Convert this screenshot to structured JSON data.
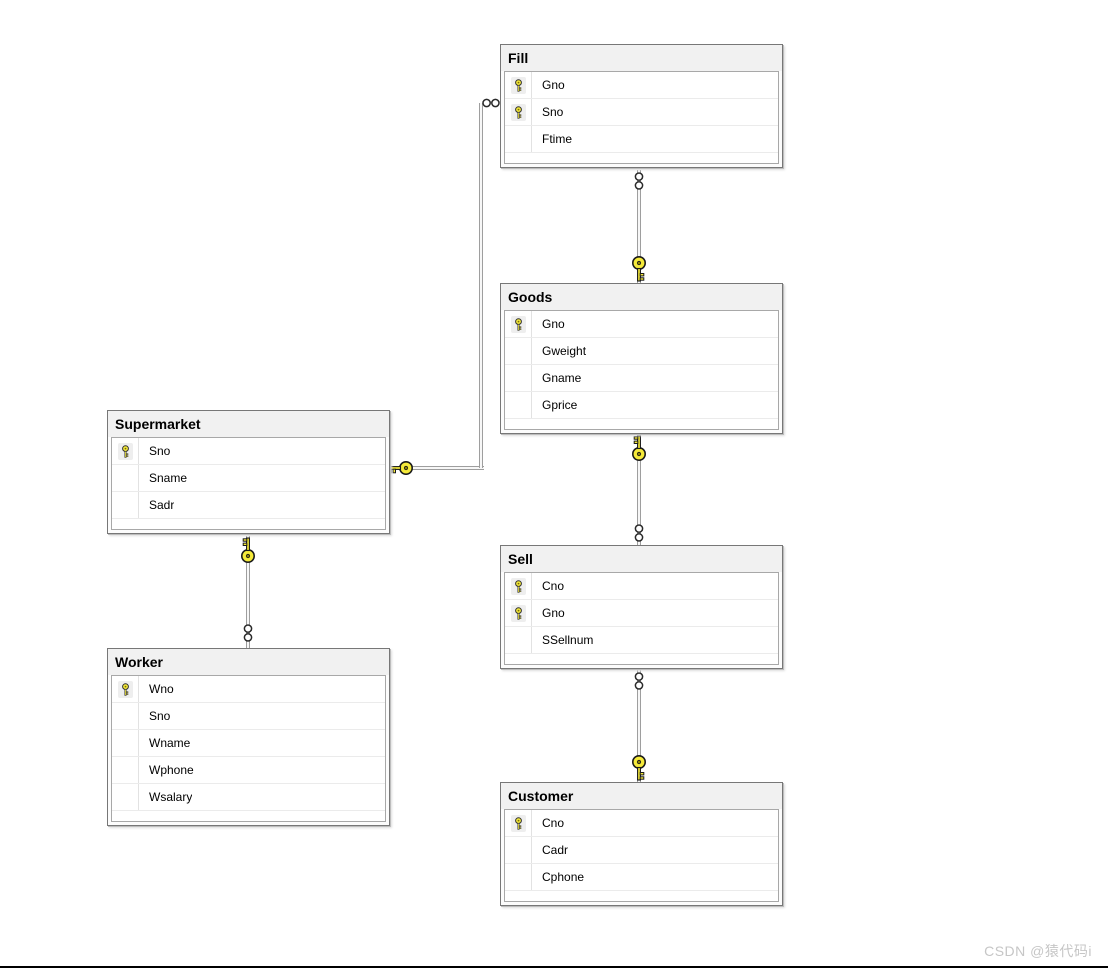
{
  "diagram": {
    "tables": {
      "fill": {
        "title": "Fill",
        "columns": [
          {
            "name": "Gno",
            "pk": true
          },
          {
            "name": "Sno",
            "pk": true
          },
          {
            "name": "Ftime",
            "pk": false
          }
        ]
      },
      "goods": {
        "title": "Goods",
        "columns": [
          {
            "name": "Gno",
            "pk": true
          },
          {
            "name": "Gweight",
            "pk": false
          },
          {
            "name": "Gname",
            "pk": false
          },
          {
            "name": "Gprice",
            "pk": false
          }
        ]
      },
      "supermarket": {
        "title": "Supermarket",
        "columns": [
          {
            "name": "Sno",
            "pk": true
          },
          {
            "name": "Sname",
            "pk": false
          },
          {
            "name": "Sadr",
            "pk": false
          }
        ]
      },
      "sell": {
        "title": "Sell",
        "columns": [
          {
            "name": "Cno",
            "pk": true
          },
          {
            "name": "Gno",
            "pk": true
          },
          {
            "name": "SSellnum",
            "pk": false
          }
        ]
      },
      "worker": {
        "title": "Worker",
        "columns": [
          {
            "name": "Wno",
            "pk": true
          },
          {
            "name": "Sno",
            "pk": false
          },
          {
            "name": "Wname",
            "pk": false
          },
          {
            "name": "Wphone",
            "pk": false
          },
          {
            "name": "Wsalary",
            "pk": false
          }
        ]
      },
      "customer": {
        "title": "Customer",
        "columns": [
          {
            "name": "Cno",
            "pk": true
          },
          {
            "name": "Cadr",
            "pk": false
          },
          {
            "name": "Cphone",
            "pk": false
          }
        ]
      }
    },
    "relations": [
      {
        "id": "supermarket-fill",
        "one_table": "Supermarket",
        "many_table": "Fill"
      },
      {
        "id": "goods-fill",
        "one_table": "Goods",
        "many_table": "Fill"
      },
      {
        "id": "goods-sell",
        "one_table": "Goods",
        "many_table": "Sell"
      },
      {
        "id": "customer-sell",
        "one_table": "Customer",
        "many_table": "Sell"
      },
      {
        "id": "supermarket-worker",
        "one_table": "Supermarket",
        "many_table": "Worker"
      }
    ]
  },
  "watermark": "CSDN @猿代码i",
  "colors": {
    "key_yellow": "#f5ea3a",
    "connector_gray": "#9e9e9e",
    "header_bg": "#f1f1f1",
    "table_border": "#777777"
  }
}
